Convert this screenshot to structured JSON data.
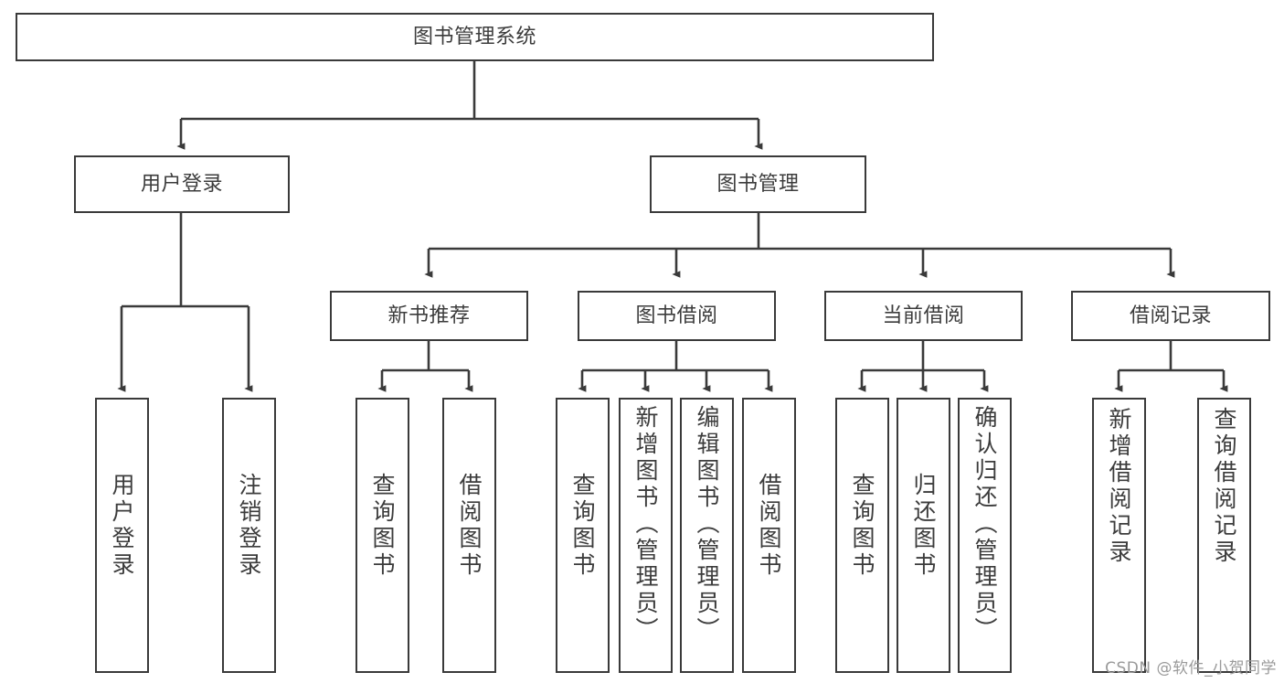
{
  "diagram": {
    "title": "图书管理系统",
    "type": "tree",
    "watermark": "CSDN @软件_小贺同学",
    "colors": {
      "box_border": "#3a3a3a",
      "box_fill": "#ffffff",
      "connector": "#3a3a3a",
      "text": "#3c3c3c",
      "watermark": "#9a9a9a",
      "background": "#ffffff"
    },
    "root": {
      "label": "图书管理系统"
    },
    "level2": [
      {
        "label": "用户登录"
      },
      {
        "label": "图书管理"
      }
    ],
    "level3": [
      {
        "label": "新书推荐"
      },
      {
        "label": "图书借阅"
      },
      {
        "label": "当前借阅"
      },
      {
        "label": "借阅记录"
      }
    ],
    "leaves": {
      "user_login": [
        {
          "label": "用户登录"
        },
        {
          "label": "注销登录"
        }
      ],
      "new_book_recommend": [
        {
          "label": "查询图书"
        },
        {
          "label": "借阅图书"
        }
      ],
      "book_borrow": [
        {
          "label": "查询图书"
        },
        {
          "label": "新增图书（管理员）"
        },
        {
          "label": "编辑图书（管理员）"
        },
        {
          "label": "借阅图书"
        }
      ],
      "current_borrow": [
        {
          "label": "查询图书"
        },
        {
          "label": "归还图书"
        },
        {
          "label": "确认归还（管理员）"
        }
      ],
      "borrow_record": [
        {
          "label": "新增借阅记录"
        },
        {
          "label": "查询借阅记录"
        }
      ]
    }
  }
}
